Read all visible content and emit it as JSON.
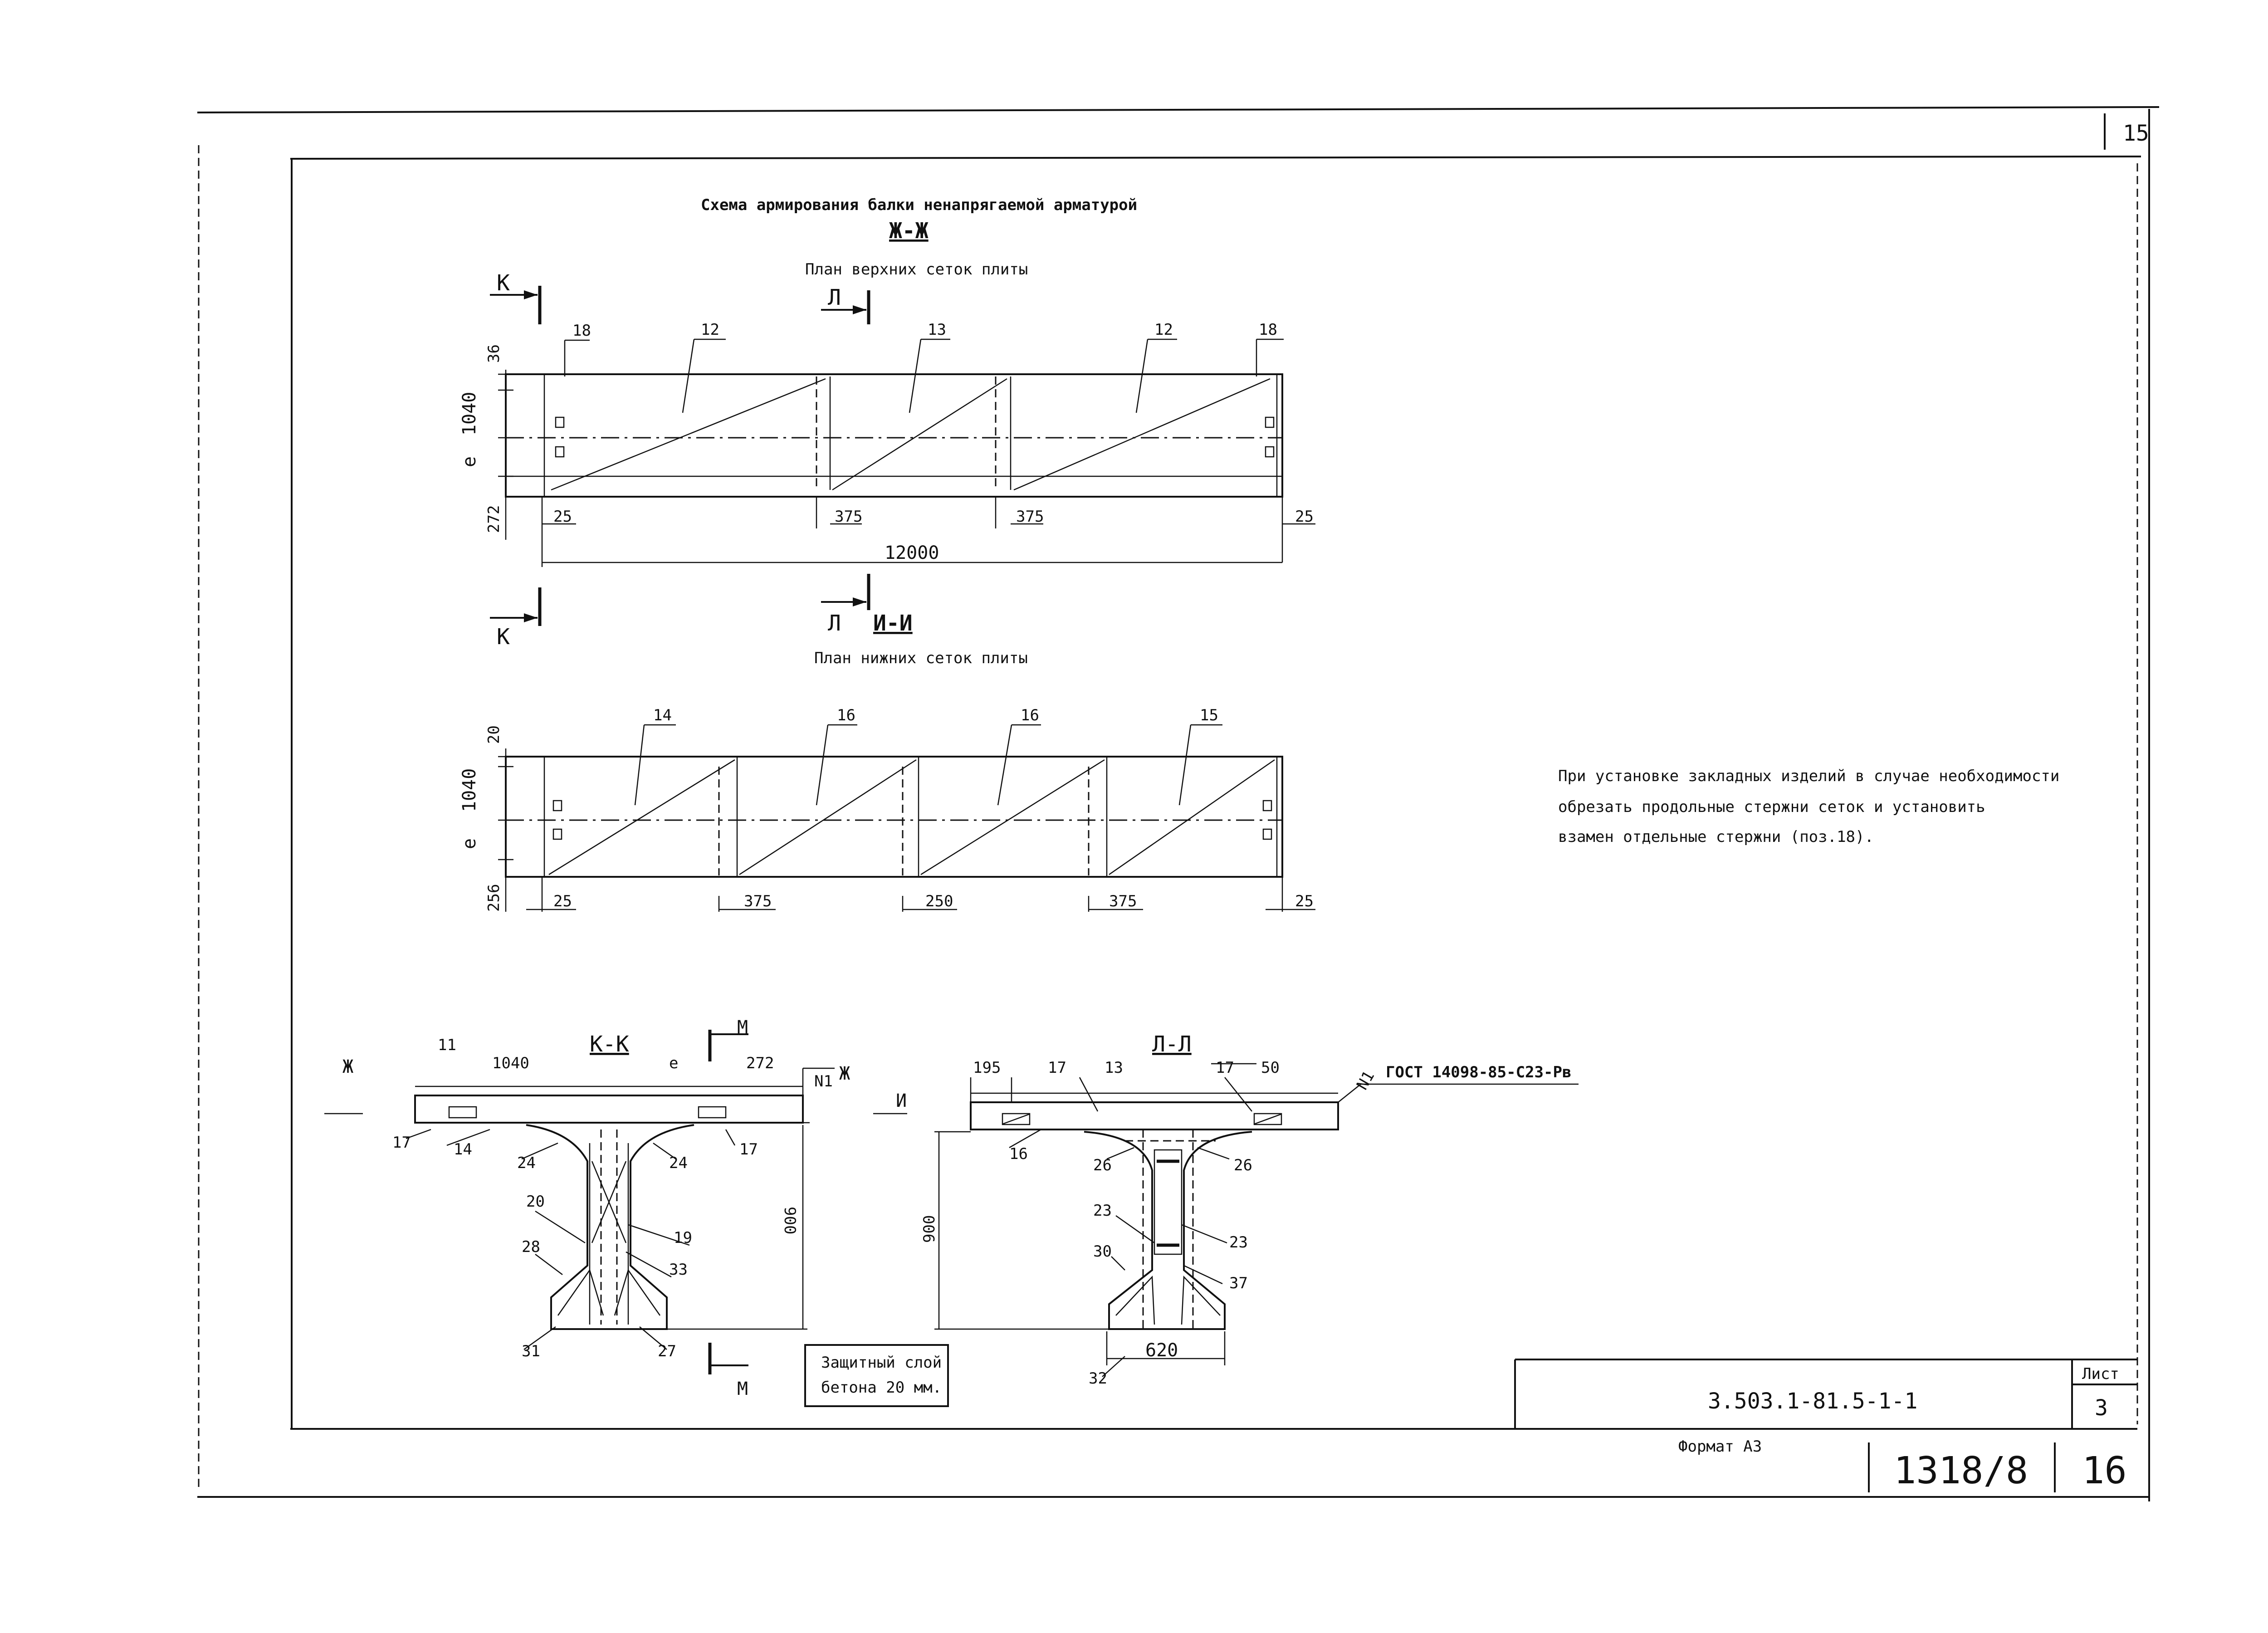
{
  "sheet": {
    "page_number_top": "15",
    "code": "3.503.1-81.5-1-1",
    "sheet_label": "Лист",
    "sheet_number": "3",
    "format_label": "Формат А3",
    "archive_number": "1318/8",
    "archive_page": "16"
  },
  "titles": {
    "main": "Схема армирования балки ненапрягаемой арматурой",
    "section_zh": "Ж-Ж",
    "upper_plan": "План верхних сеток плиты",
    "section_i": "И-И",
    "lower_plan": "План нижних сеток плиты",
    "section_kk": "К-К",
    "section_ll": "Л-Л"
  },
  "section_marks": {
    "k": "К",
    "l": "Л",
    "m": "М",
    "zh": "Ж",
    "i": "И"
  },
  "upper_plan": {
    "positions": [
      "18",
      "12",
      "13",
      "12",
      "18"
    ],
    "dims_left": [
      "36",
      "1040",
      "e",
      "272"
    ],
    "dims_bottom": [
      "25",
      "375",
      "375",
      "25"
    ],
    "length": "12000"
  },
  "lower_plan": {
    "positions": [
      "14",
      "16",
      "16",
      "15"
    ],
    "dims_left": [
      "20",
      "1040",
      "e",
      "256"
    ],
    "dims_bottom": [
      "25",
      "375",
      "250",
      "375",
      "25"
    ]
  },
  "section_kk": {
    "top_dims": [
      "11",
      "1040",
      "e",
      "272",
      "N1"
    ],
    "labels": [
      "17",
      "14",
      "24",
      "24",
      "17",
      "20",
      "19",
      "28",
      "33",
      "31",
      "27"
    ],
    "height": "900"
  },
  "section_ll": {
    "top_dims": [
      "195",
      "17",
      "13",
      "17",
      "50"
    ],
    "leader": "N1",
    "gost": "ГОСТ 14098-85-С23-Рв",
    "labels": [
      "16",
      "26",
      "26",
      "23",
      "23",
      "30",
      "37",
      "32"
    ],
    "height": "900",
    "width": "620"
  },
  "protective_layer": [
    "Защитный слой",
    "бетона 20 мм."
  ],
  "note": [
    "При установке закладных изделий в случае необходимости",
    "обрезать продольные стержни сеток и установить",
    "взамен отдельные стержни (поз.18)."
  ]
}
